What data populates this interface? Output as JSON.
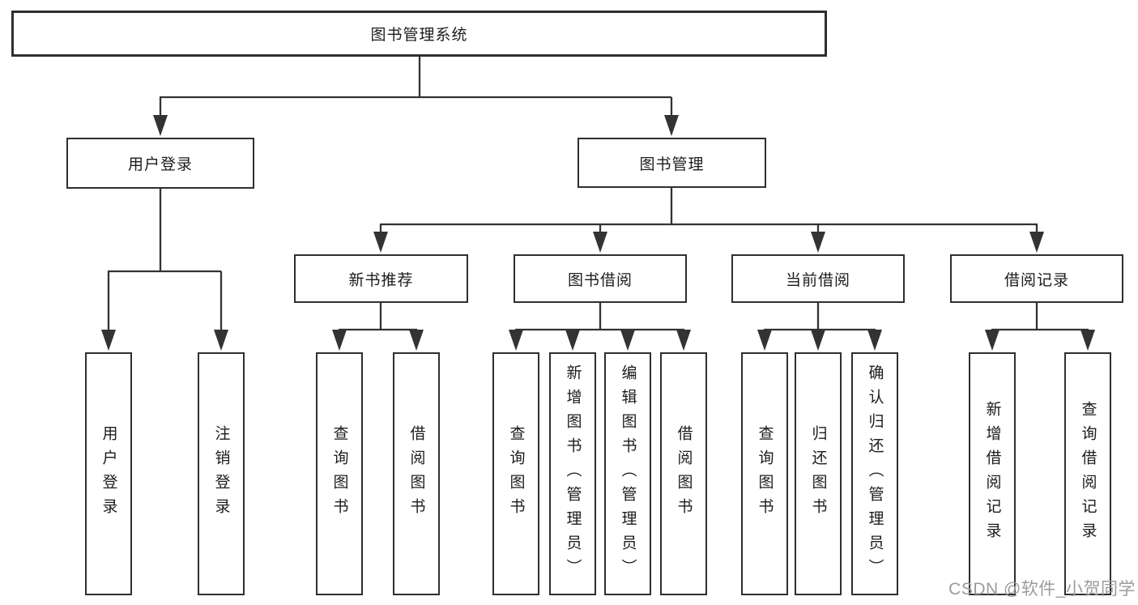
{
  "diagram": {
    "watermark": "CSDN @软件_小贺同学",
    "colors": {
      "line": "#333333",
      "border": "#2f2f2f",
      "text": "#1c1c1c",
      "watermark": "#9b9b9b",
      "background": "#ffffff"
    }
  },
  "nodes": {
    "root": "图书管理系统",
    "level2": [
      "用户登录",
      "图书管理"
    ],
    "level3": [
      "新书推荐",
      "图书借阅",
      "当前借阅",
      "借阅记录"
    ],
    "leaves": {
      "user_login": [
        "用户登录",
        "注销登录"
      ],
      "new_book_recommend": [
        "查询图书",
        "借阅图书"
      ],
      "book_borrow": [
        "查询图书",
        "新增图书（管理员）",
        "编辑图书（管理员）",
        "借阅图书"
      ],
      "current_borrow": [
        "查询图书",
        "归还图书",
        "确认归还（管理员）"
      ],
      "borrow_records": [
        "新增借阅记录",
        "查询借阅记录"
      ]
    }
  }
}
